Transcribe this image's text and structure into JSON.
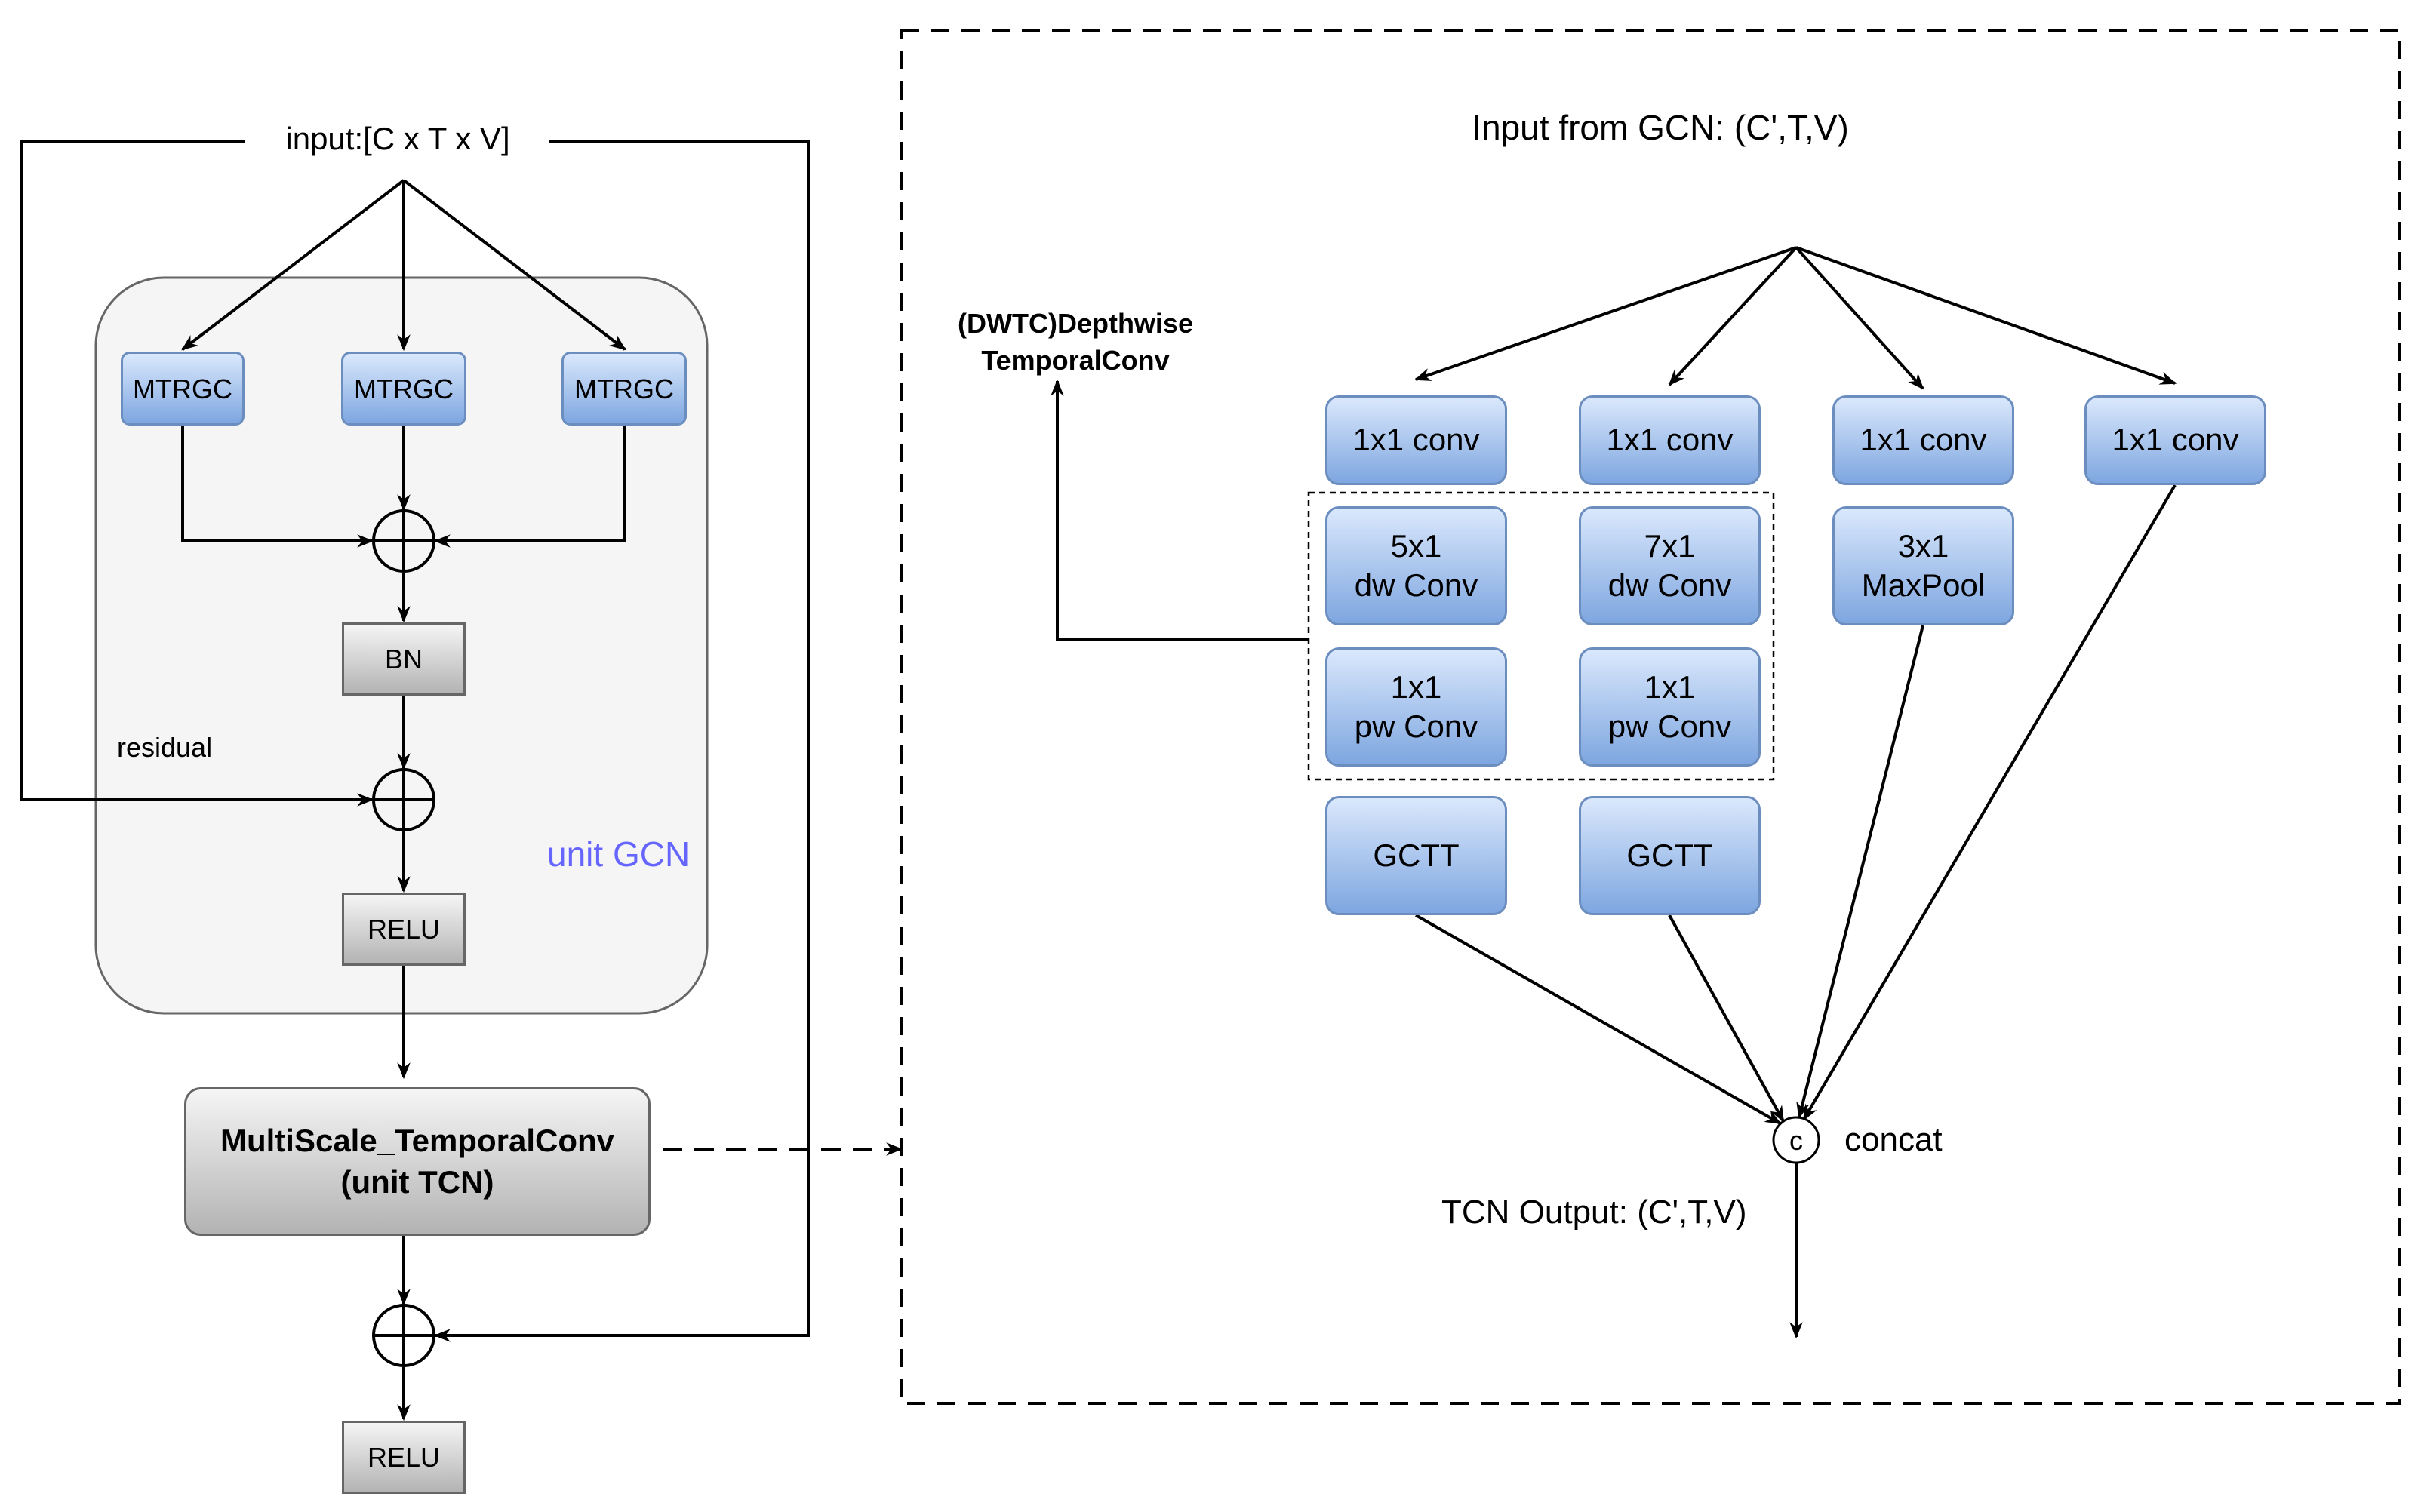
{
  "gcn": {
    "input_label": "input:[C x T x V]",
    "mtrgc_blocks": [
      "MTRGC",
      "MTRGC",
      "MTRGC"
    ],
    "bn_label": "BN",
    "residual_label": "residual",
    "container_label": "unit GCN",
    "relu_label": "RELU",
    "tcn_block_label": "MultiScale_TemporalConv\n(unit TCN)",
    "final_relu_label": "RELU"
  },
  "tcn": {
    "input_label": "Input from GCN: (C',T,V)",
    "dwtc_label": "(DWTC)Depthwise\nTemporalConv",
    "branches": [
      {
        "conv": "1x1 conv",
        "dw": "5x1\ndw Conv",
        "pw": "1x1\npw Conv",
        "gctt": "GCTT"
      },
      {
        "conv": "1x1 conv",
        "dw": "7x1\ndw Conv",
        "pw": "1x1\npw Conv",
        "gctt": "GCTT"
      },
      {
        "conv": "1x1 conv",
        "pool": "3x1\nMaxPool"
      },
      {
        "conv": "1x1 conv"
      }
    ],
    "concat_symbol": "c",
    "concat_label": "concat",
    "output_label": "TCN Output: (C',T,V)"
  },
  "colors": {
    "blue_fill_top": "#dae8fc",
    "blue_fill_bottom": "#7ea6e0",
    "blue_stroke": "#6c8ebf",
    "gray_fill_top": "#f5f5f5",
    "gray_fill_bottom": "#b3b3b3",
    "container_fill": "#f5f5f5",
    "unit_gcn_label": "#6666ff"
  }
}
